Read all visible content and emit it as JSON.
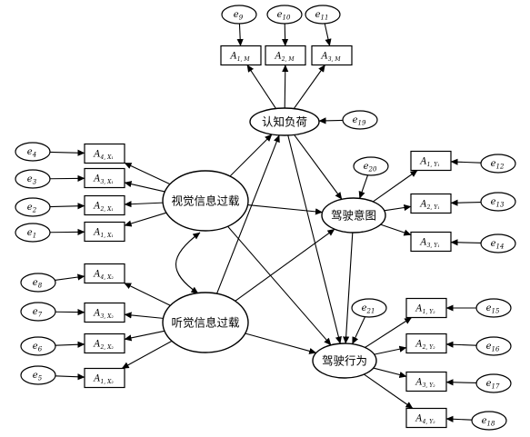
{
  "latent": {
    "cognitive_load": "认知负荷",
    "visual_overload": "视觉信息过载",
    "auditory_overload": "听觉信息过载",
    "driving_intention": "驾驶意图",
    "driving_behavior": "驾驶行为"
  },
  "observed": {
    "m1": {
      "base": "A",
      "sub": "1, M"
    },
    "m2": {
      "base": "A",
      "sub": "2, M"
    },
    "m3": {
      "base": "A",
      "sub": "3, M"
    },
    "x1_4": {
      "base": "A",
      "sub": "4, X₁"
    },
    "x1_3": {
      "base": "A",
      "sub": "3, X₁"
    },
    "x1_2": {
      "base": "A",
      "sub": "2, X₁"
    },
    "x1_1": {
      "base": "A",
      "sub": "1, X₁"
    },
    "x2_4": {
      "base": "A",
      "sub": "4, X₂"
    },
    "x2_3": {
      "base": "A",
      "sub": "3, X₂"
    },
    "x2_2": {
      "base": "A",
      "sub": "2, X₂"
    },
    "x2_1": {
      "base": "A",
      "sub": "1, X₂"
    },
    "y1_1": {
      "base": "A",
      "sub": "1, Y₁"
    },
    "y1_2": {
      "base": "A",
      "sub": "2, Y₁"
    },
    "y1_3": {
      "base": "A",
      "sub": "3, Y₁"
    },
    "y2_1": {
      "base": "A",
      "sub": "1, Y₂"
    },
    "y2_2": {
      "base": "A",
      "sub": "2, Y₂"
    },
    "y2_3": {
      "base": "A",
      "sub": "3, Y₂"
    },
    "y2_4": {
      "base": "A",
      "sub": "4, Y₂"
    }
  },
  "errors": {
    "e1": {
      "base": "e",
      "sub": "1"
    },
    "e2": {
      "base": "e",
      "sub": "2"
    },
    "e3": {
      "base": "e",
      "sub": "3"
    },
    "e4": {
      "base": "e",
      "sub": "4"
    },
    "e5": {
      "base": "e",
      "sub": "5"
    },
    "e6": {
      "base": "e",
      "sub": "6"
    },
    "e7": {
      "base": "e",
      "sub": "7"
    },
    "e8": {
      "base": "e",
      "sub": "8"
    },
    "e9": {
      "base": "e",
      "sub": "9"
    },
    "e10": {
      "base": "e",
      "sub": "10"
    },
    "e11": {
      "base": "e",
      "sub": "11"
    },
    "e12": {
      "base": "e",
      "sub": "12"
    },
    "e13": {
      "base": "e",
      "sub": "13"
    },
    "e14": {
      "base": "e",
      "sub": "14"
    },
    "e15": {
      "base": "e",
      "sub": "15"
    },
    "e16": {
      "base": "e",
      "sub": "16"
    },
    "e17": {
      "base": "e",
      "sub": "17"
    },
    "e18": {
      "base": "e",
      "sub": "18"
    },
    "e19": {
      "base": "e",
      "sub": "19"
    },
    "e20": {
      "base": "e",
      "sub": "20"
    },
    "e21": {
      "base": "e",
      "sub": "21"
    }
  }
}
